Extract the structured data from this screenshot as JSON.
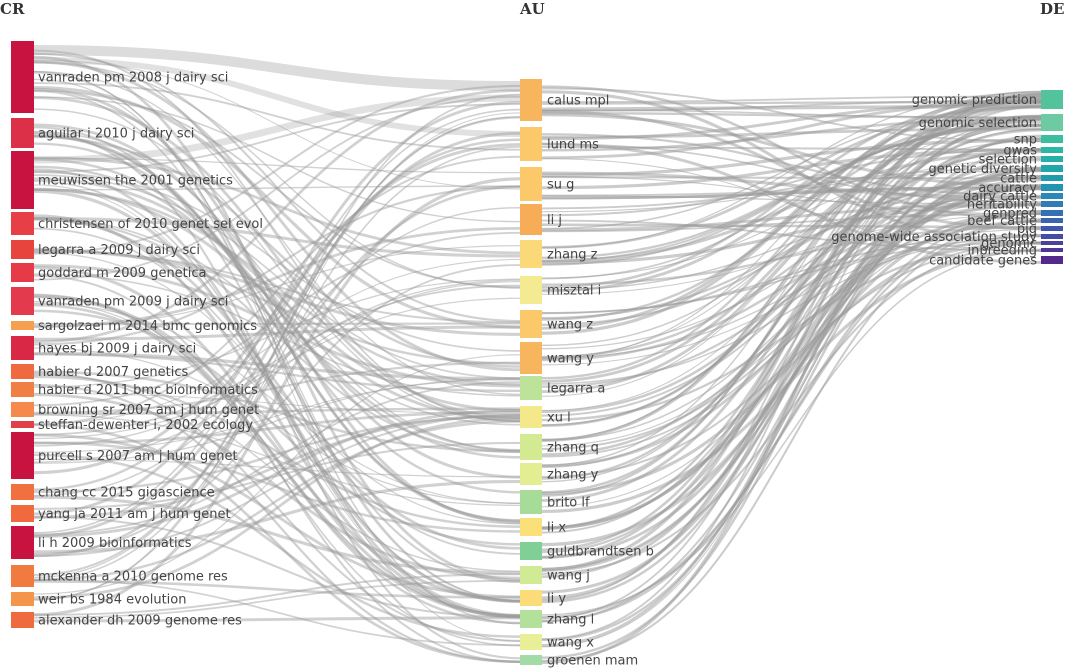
{
  "columns": {
    "left": "CR",
    "middle": "AU",
    "right": "DE"
  },
  "chart_data": {
    "type": "sankey",
    "cr_nodes": [
      {
        "label": "vanraden pm 2008 j dairy sci",
        "color": "#c8123f"
      },
      {
        "label": "aguilar i 2010 j dairy sci",
        "color": "#dc2f48"
      },
      {
        "label": "meuwissen the 2001 genetics",
        "color": "#c8123f"
      },
      {
        "label": "christensen of 2010 genet sel evol",
        "color": "#e83e46"
      },
      {
        "label": "legarra a 2009 j dairy sci",
        "color": "#e8443e"
      },
      {
        "label": "goddard m 2009 genetica",
        "color": "#e63a48"
      },
      {
        "label": "vanraden pm 2009 j dairy sci",
        "color": "#e33a4e"
      },
      {
        "label": "sargolzaei m 2014 bmc genomics",
        "color": "#f5a050"
      },
      {
        "label": "hayes bj 2009 j dairy sci",
        "color": "#d82845"
      },
      {
        "label": "habier d 2007 genetics",
        "color": "#ef6b3f"
      },
      {
        "label": "habier d 2011 bmc bioinformatics",
        "color": "#f07f45"
      },
      {
        "label": "browning sr 2007 am j hum genet",
        "color": "#f58a4c"
      },
      {
        "label": "steffan-dewenter i, 2002 ecology",
        "color": "#e0404a"
      },
      {
        "label": "purcell s 2007 am j hum genet",
        "color": "#c8123f"
      },
      {
        "label": "chang cc 2015 gigascience",
        "color": "#f07040"
      },
      {
        "label": "yang ja 2011 am j hum genet",
        "color": "#f06a3e"
      },
      {
        "label": "li h 2009 bioinformatics",
        "color": "#c8123f"
      },
      {
        "label": "mckenna a 2010 genome res",
        "color": "#f07a40"
      },
      {
        "label": "weir bs 1984 evolution",
        "color": "#f5954a"
      },
      {
        "label": "alexander dh 2009 genome res",
        "color": "#ef6a3e"
      }
    ],
    "au_nodes": [
      {
        "label": "calus mpl",
        "color": "#f7b55e"
      },
      {
        "label": "lund ms",
        "color": "#fbc86a"
      },
      {
        "label": "su g",
        "color": "#fbc86a"
      },
      {
        "label": "li j",
        "color": "#f7ad58"
      },
      {
        "label": "zhang z",
        "color": "#fbd978"
      },
      {
        "label": "misztal i",
        "color": "#f3ea92"
      },
      {
        "label": "wang z",
        "color": "#fbc86a"
      },
      {
        "label": "wang y",
        "color": "#f7b55e"
      },
      {
        "label": "legarra a",
        "color": "#bde39a"
      },
      {
        "label": "xu l",
        "color": "#f3e98a"
      },
      {
        "label": "zhang q",
        "color": "#d3ea92"
      },
      {
        "label": "zhang y",
        "color": "#e3ee92"
      },
      {
        "label": "brito lf",
        "color": "#a7dc98"
      },
      {
        "label": "li x",
        "color": "#fbe07a"
      },
      {
        "label": "guldbrandtsen b",
        "color": "#7fcf96"
      },
      {
        "label": "wang j",
        "color": "#d0eb94"
      },
      {
        "label": "li y",
        "color": "#fbdc78"
      },
      {
        "label": "zhang l",
        "color": "#b3e09a"
      },
      {
        "label": "wang x",
        "color": "#e8ef96"
      },
      {
        "label": "groenen mam",
        "color": "#a3dba6"
      }
    ],
    "de_nodes": [
      {
        "label": "genomic prediction",
        "color": "#52c39a"
      },
      {
        "label": "genomic selection",
        "color": "#6ccba2"
      },
      {
        "label": "snp",
        "color": "#3bbda0"
      },
      {
        "label": "gwas",
        "color": "#2cb7a4"
      },
      {
        "label": "selection",
        "color": "#25afa8"
      },
      {
        "label": "genetic diversity",
        "color": "#20a7ab"
      },
      {
        "label": "cattle",
        "color": "#1f9dae"
      },
      {
        "label": "accuracy",
        "color": "#2293b2"
      },
      {
        "label": "dairy cattle",
        "color": "#2a88b4"
      },
      {
        "label": "heritability",
        "color": "#307cb5"
      },
      {
        "label": "genpred",
        "color": "#3570b4"
      },
      {
        "label": "beef cattle",
        "color": "#3a64b0"
      },
      {
        "label": "pig",
        "color": "#3f58ab"
      },
      {
        "label": "genome-wide association study",
        "color": "#444ca5"
      },
      {
        "label": "genomic",
        "color": "#4a409d"
      },
      {
        "label": "inbreeding",
        "color": "#4f3595"
      },
      {
        "label": "candidate genes",
        "color": "#53298b"
      }
    ],
    "link_color": "#999999"
  }
}
